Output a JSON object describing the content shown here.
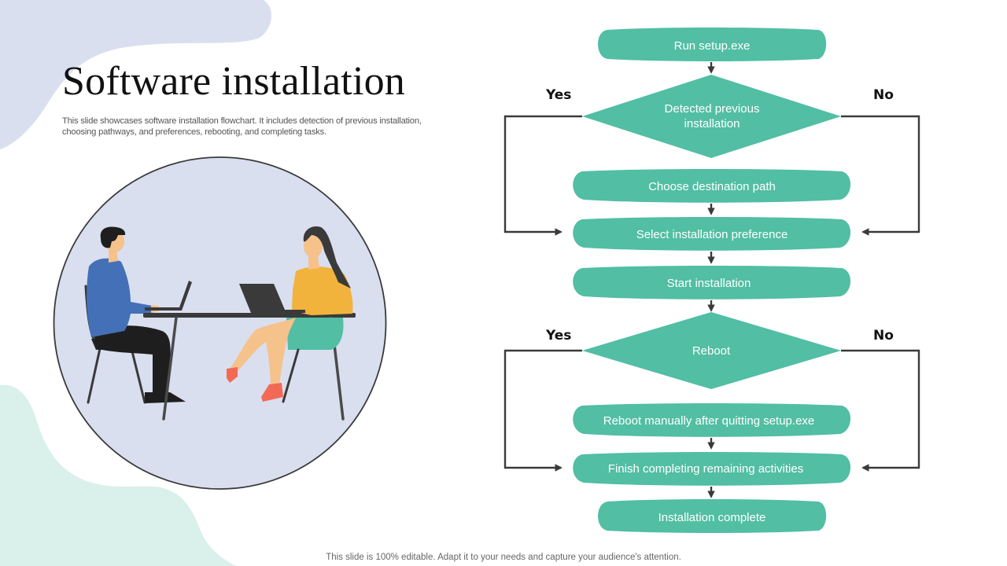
{
  "slide": {
    "title": "Software installation",
    "description": "This slide showcases software installation flowchart. It includes detection of previous installation, choosing pathways, and preferences, rebooting, and completing tasks.",
    "footer": "This slide is 100% editable. Adapt it to your needs and capture your audience's attention."
  },
  "colors": {
    "node_fill": "#52BEA4",
    "connector": "#3A3A3A",
    "blob_top": "#D9DFEF",
    "blob_bottom": "#DAF0EA",
    "illustration_circle": "#D9DFEF"
  },
  "illustration": {
    "description": "Two people working on laptops at a shared desk",
    "icon": "meeting-illustration"
  },
  "flowchart": {
    "nodes": [
      {
        "id": "run-setup",
        "type": "process",
        "label": "Run  setup.exe"
      },
      {
        "id": "detected-previous",
        "type": "decision",
        "label": "Detected previous installation"
      },
      {
        "id": "choose-destination",
        "type": "process",
        "label": "Choose destination  path"
      },
      {
        "id": "select-preference",
        "type": "process",
        "label": "Select installation  preference"
      },
      {
        "id": "start-installation",
        "type": "process",
        "label": "Start installation"
      },
      {
        "id": "reboot",
        "type": "decision",
        "label": "Reboot"
      },
      {
        "id": "reboot-manually",
        "type": "process",
        "label": "Reboot manually  after quitting  setup.exe"
      },
      {
        "id": "finish-remaining",
        "type": "process",
        "label": "Finish completing remaining  activities"
      },
      {
        "id": "installation-complete",
        "type": "process",
        "label": "Installation  complete"
      }
    ],
    "branches": {
      "decision1": {
        "yes": "Yes",
        "no": "No"
      },
      "decision2": {
        "yes": "Yes",
        "no": "No"
      }
    }
  }
}
